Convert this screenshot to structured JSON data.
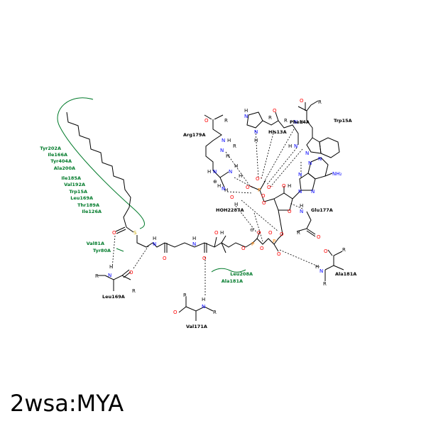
{
  "title": "2wsa:MYA",
  "colors": {
    "bond": "#000000",
    "nitrogen": "#0000ff",
    "oxygen": "#ff0000",
    "sulfur": "#ccaa00",
    "phosphorus": "#ff8000",
    "hydrophobic": "#007a2a",
    "hbond": "#000000"
  },
  "atoms": {
    "oxygen": "O",
    "nitrogen": "N",
    "hydrogen": "H",
    "sulfur": "S",
    "phosphorus": "P",
    "rgroup": "R",
    "amine": "NH₂",
    "oxide": "O⁻",
    "plus": "⊕",
    "minus": "⊖"
  },
  "residues": {
    "arg179": "Arg179A",
    "his13": "His13A",
    "phe14": "Phe14A",
    "trp15": "Trp15A",
    "hoh2287": "HOH2287A",
    "glu177": "Glu177A",
    "ala181": "Ala181A",
    "val171": "Val171A",
    "leu169": "Leu169A"
  },
  "hydrophobic_groups": {
    "group1": [
      "Tyr202A",
      "Ile166A",
      "Tyr404A",
      "Ala200A",
      "Ile185A",
      "Val192A",
      "Trp15A",
      "Leu169A",
      "Thr189A",
      "Ile126A"
    ],
    "group2": [
      "Val81A",
      "Tyr80A"
    ],
    "group3": [
      "Leu208A",
      "Ala181A"
    ]
  }
}
